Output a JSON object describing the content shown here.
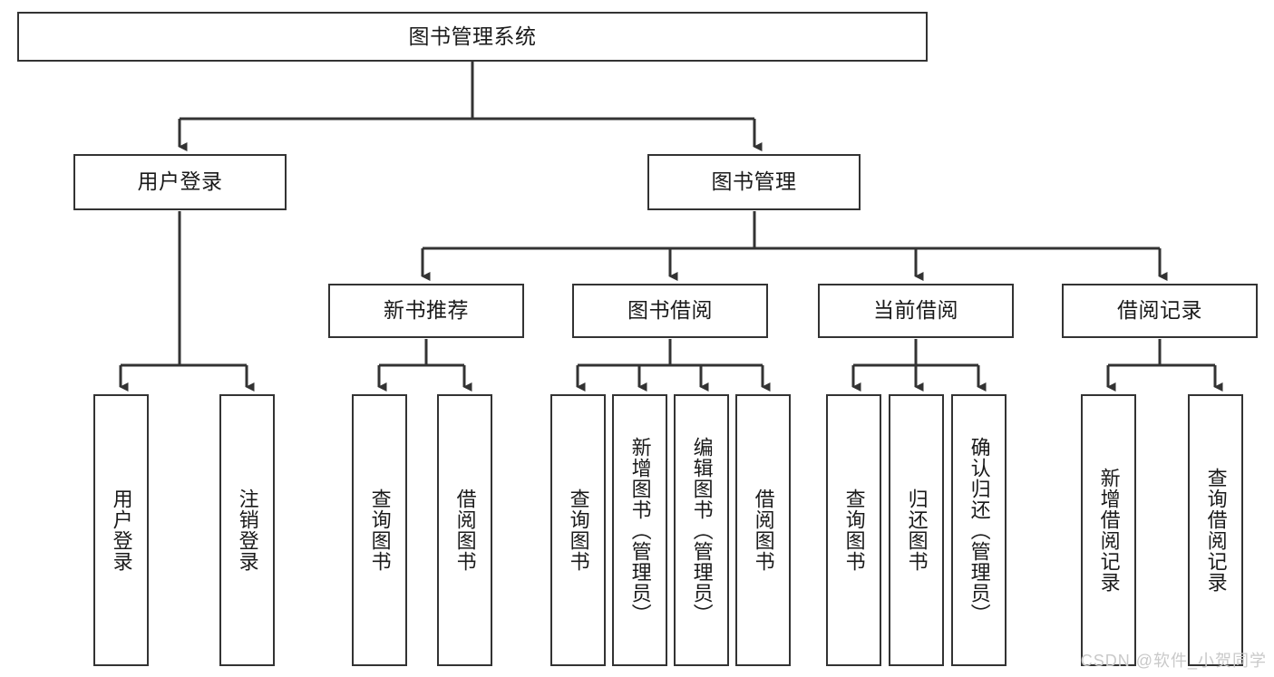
{
  "diagram": {
    "title": "图书管理系统",
    "type": "hierarchy-tree",
    "watermark": "CSDN @软件_小贺同学",
    "accent_border_color": "#333333",
    "background_color": "#ffffff",
    "text_color": "#1a1a1a",
    "watermark_color": "#c9c9c9"
  },
  "root": {
    "label": "图书管理系统"
  },
  "level2": [
    {
      "label": "用户登录"
    },
    {
      "label": "图书管理"
    }
  ],
  "level3": [
    {
      "label": "新书推荐"
    },
    {
      "label": "图书借阅"
    },
    {
      "label": "当前借阅"
    },
    {
      "label": "借阅记录"
    }
  ],
  "leaves": {
    "user_login": [
      {
        "label": "用户登录"
      },
      {
        "label": "注销登录"
      }
    ],
    "new_book": [
      {
        "label": "查询图书"
      },
      {
        "label": "借阅图书"
      }
    ],
    "book_borrow": [
      {
        "label": "查询图书"
      },
      {
        "label": "新增图书（管理员）"
      },
      {
        "label": "编辑图书（管理员）"
      },
      {
        "label": "借阅图书"
      }
    ],
    "current_borrow": [
      {
        "label": "查询图书"
      },
      {
        "label": "归还图书"
      },
      {
        "label": "确认归还（管理员）"
      }
    ],
    "borrow_record": [
      {
        "label": "新增借阅记录"
      },
      {
        "label": "查询借阅记录"
      }
    ]
  }
}
